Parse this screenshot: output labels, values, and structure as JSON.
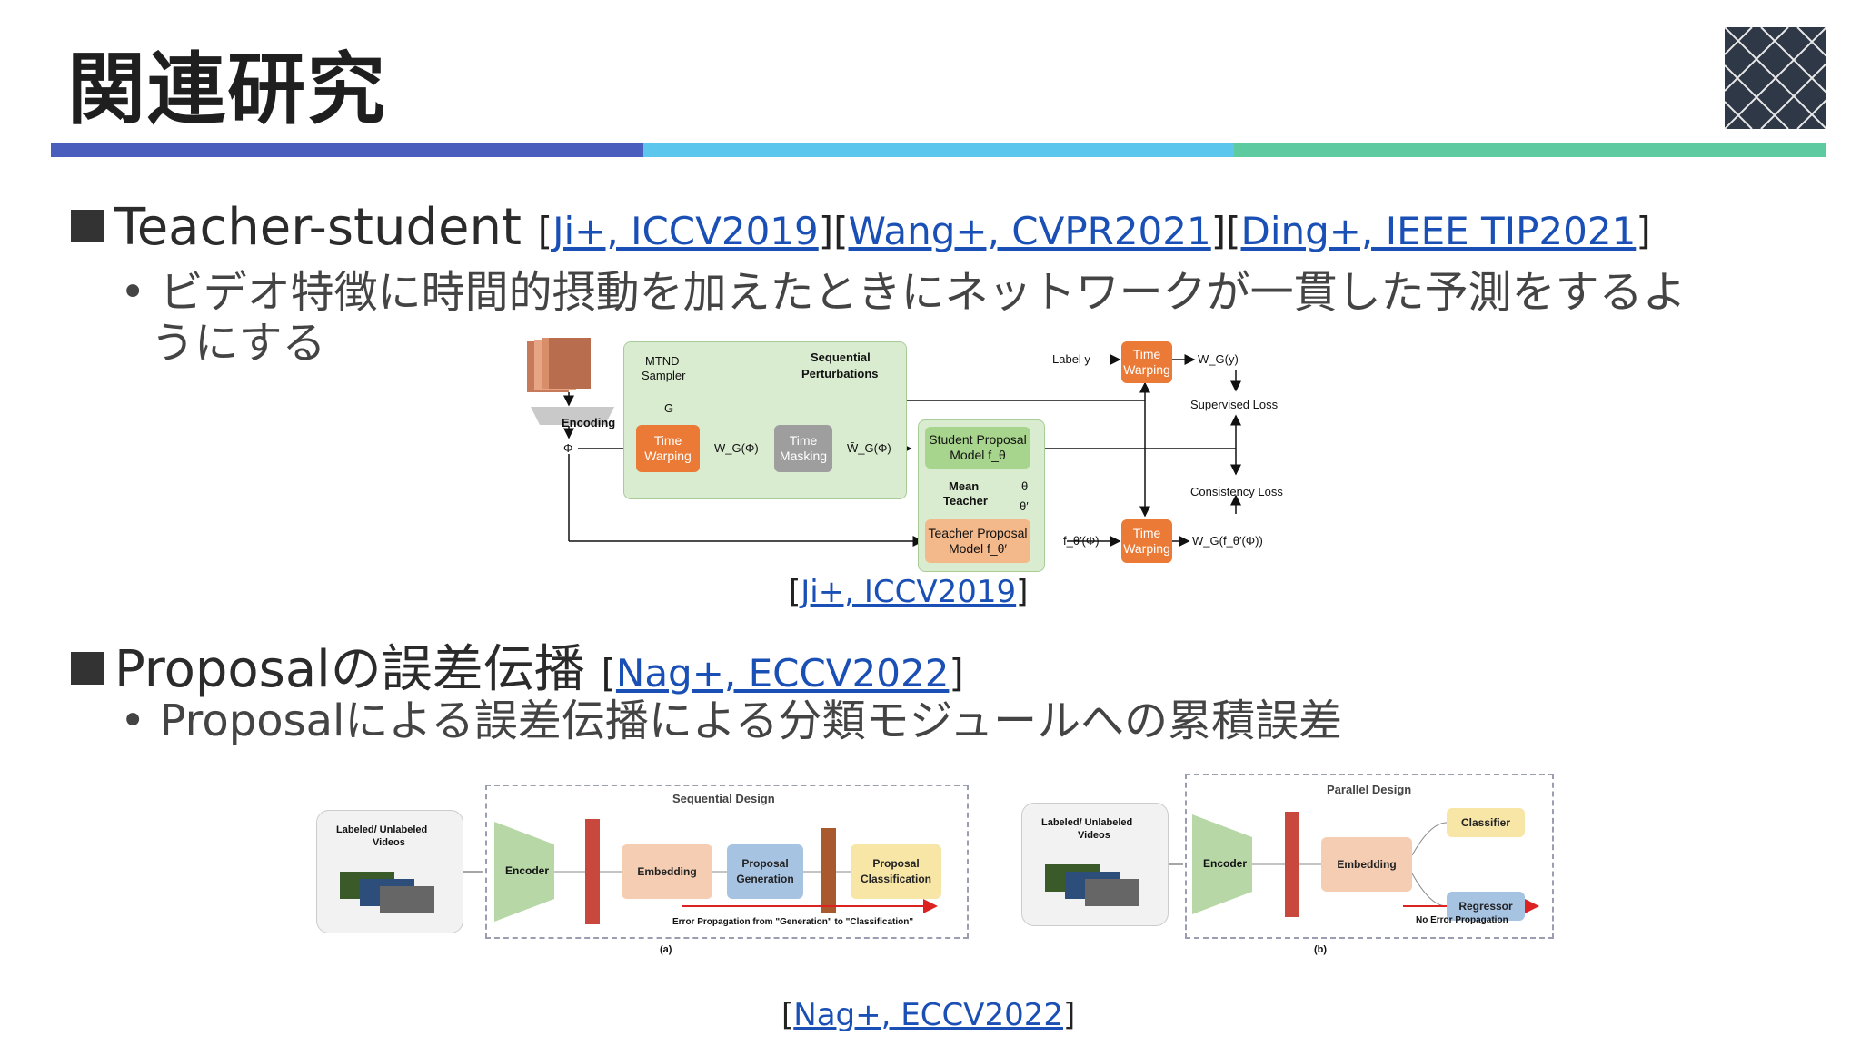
{
  "slide_title": "関連研究",
  "colors": {
    "bar1": "#4a5fbd",
    "bar2": "#5cc6ec",
    "bar3": "#5dcaa0",
    "logo_bg": "#2f3846"
  },
  "icons": {
    "logo": "diamond-lattice-logo",
    "bullet_square": "square-bullet"
  },
  "section1": {
    "heading": "Teacher-student",
    "refs": [
      "Ji+, ICCV2019",
      "Wang+, CVPR2021",
      "Ding+, IEEE TIP2021"
    ],
    "bullet_line1": "ビデオ特徴に時間的摂動を加えたときにネットワークが一貫した予測をするよ",
    "bullet_line2": "うにする",
    "figure_caption": "Ji+, ICCV2019"
  },
  "fig1": {
    "encoding": "Encoding",
    "phi": "Φ",
    "mtnd": "MTND",
    "sampler": "Sampler",
    "g": "G",
    "seq_pert_1": "Sequential",
    "seq_pert_2": "Perturbations",
    "tw1_a": "Time",
    "tw1_b": "Warping",
    "wg_phi": "W_G(Φ)",
    "tm_a": "Time",
    "tm_b": "Masking",
    "wg_phi_bar": "W̄_G(Φ)",
    "student_a": "Student Proposal",
    "student_b": "Model f_θ",
    "mean_a": "Mean",
    "mean_b": "Teacher",
    "theta": "θ",
    "theta_p": "θ′",
    "teacher_a": "Teacher Proposal",
    "teacher_b": "Model f_θ′",
    "f_theta_phi": "f_θ′(Φ)",
    "label_y": "Label y",
    "tw2_a": "Time",
    "tw2_b": "Warping",
    "wg_y": "W_G(y)",
    "sup_loss": "Supervised Loss",
    "cons_loss": "Consistency Loss",
    "tw3_a": "Time",
    "tw3_b": "Warping",
    "wg_f": "W_G(f_θ′(Φ))"
  },
  "section2": {
    "heading": "Proposalの誤差伝播",
    "ref": "Nag+, ECCV2022",
    "bullet": "Proposalによる誤差伝播による分類モジュールへの累積誤差",
    "figure_caption": "Nag+, ECCV2022"
  },
  "fig2a": {
    "input_a": "Labeled/ Unlabeled",
    "input_b": "Videos",
    "title": "Sequential Design",
    "encoder": "Encoder",
    "embedding": "Embedding",
    "proposal_gen_a": "Proposal",
    "proposal_gen_b": "Generation",
    "proposal_cls_a": "Proposal",
    "proposal_cls_b": "Classification",
    "note": "Error Propagation from \"Generation\" to \"Classification\"",
    "label": "(a)"
  },
  "fig2b": {
    "input_a": "Labeled/ Unlabeled",
    "input_b": "Videos",
    "title": "Parallel Design",
    "encoder": "Encoder",
    "embedding": "Embedding",
    "classifier": "Classifier",
    "regressor": "Regressor",
    "note": "No Error Propagation",
    "label": "(b)"
  }
}
